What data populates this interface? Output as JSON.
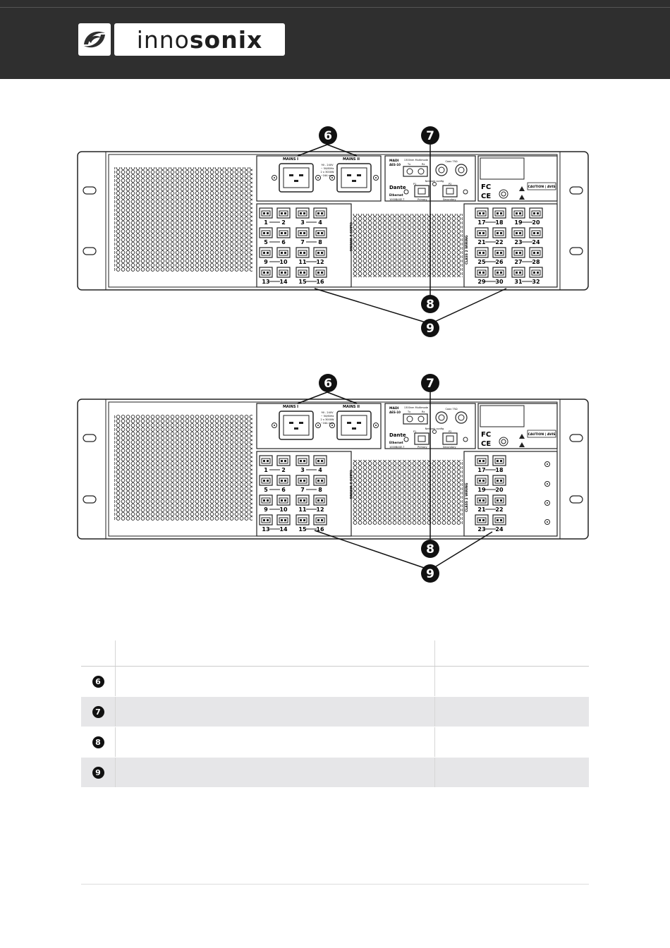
{
  "brand": {
    "name_light": "inno",
    "name_bold": "sonix"
  },
  "colors": {
    "header_bg": "#2f2f2f",
    "callout": "#111111",
    "row_shade": "#e6e6e8"
  },
  "figure_top": {
    "callouts": [
      "6",
      "7",
      "8",
      "9"
    ],
    "mains": [
      "MAINS I",
      "MAINS II"
    ],
    "mains_spec": [
      "90 - 240V",
      "~ 50/60Hz",
      "2 x 3000W",
      "~16A max"
    ],
    "madi_label": "MADI",
    "aes_label": "AES-10",
    "multimode_label": "1300nm Multimode",
    "tx_label": "Tx",
    "rx_label": "Rx",
    "coax_label": "Coax 75Ω",
    "network_label": "Network config",
    "dante_label": "Dante",
    "ethernet_label": "Ethernet",
    "ethernet_spec": "1000BASE-T",
    "primary_label": "Primary",
    "secondary_label": "Secondary",
    "p1_label": "P1",
    "p2_label": "P2",
    "caution_label": "CAUTION | AVIS",
    "class_label": "CLASS 2 WIRING",
    "left_outputs": [
      [
        "1",
        "2"
      ],
      [
        "3",
        "4"
      ],
      [
        "5",
        "6"
      ],
      [
        "7",
        "8"
      ],
      [
        "9",
        "10"
      ],
      [
        "11",
        "12"
      ],
      [
        "13",
        "14"
      ],
      [
        "15",
        "16"
      ]
    ],
    "right_outputs": [
      [
        "17",
        "18"
      ],
      [
        "19",
        "20"
      ],
      [
        "21",
        "22"
      ],
      [
        "23",
        "24"
      ],
      [
        "25",
        "26"
      ],
      [
        "27",
        "28"
      ],
      [
        "29",
        "30"
      ],
      [
        "31",
        "32"
      ]
    ]
  },
  "figure_bottom": {
    "callouts": [
      "6",
      "7",
      "8",
      "9"
    ],
    "left_outputs": [
      [
        "1",
        "2"
      ],
      [
        "3",
        "4"
      ],
      [
        "5",
        "6"
      ],
      [
        "7",
        "8"
      ],
      [
        "9",
        "10"
      ],
      [
        "11",
        "12"
      ],
      [
        "13",
        "14"
      ],
      [
        "15",
        "16"
      ]
    ],
    "right_outputs": [
      [
        "17",
        "18"
      ],
      [
        "19",
        "20"
      ],
      [
        "21",
        "22"
      ],
      [
        "23",
        "24"
      ]
    ]
  },
  "legend": {
    "header": [
      "",
      "",
      ""
    ],
    "rows": [
      {
        "num": "6",
        "desc": "",
        "extra": ""
      },
      {
        "num": "7",
        "desc": "",
        "extra": ""
      },
      {
        "num": "8",
        "desc": "",
        "extra": ""
      },
      {
        "num": "9",
        "desc": "",
        "extra": ""
      }
    ]
  }
}
